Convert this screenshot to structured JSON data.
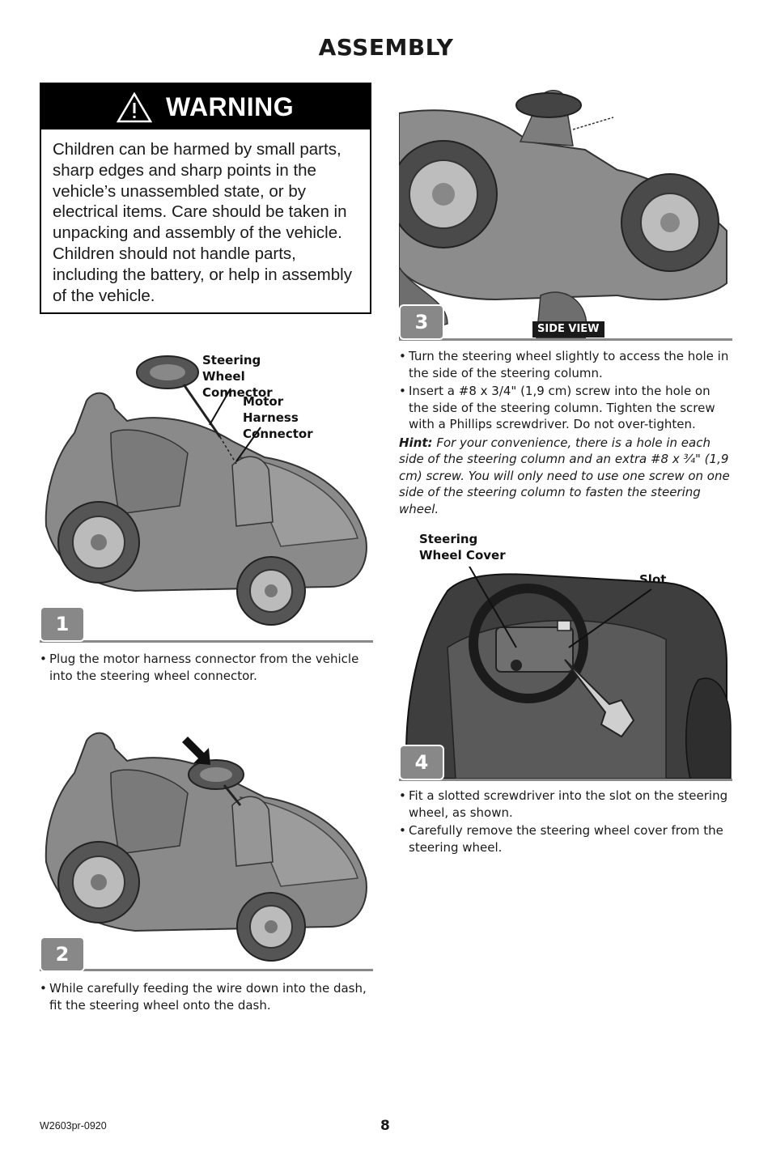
{
  "page": {
    "title": "ASSEMBLY",
    "footer_code": "W2603pr-0920",
    "page_number": "8"
  },
  "warning": {
    "heading": "WARNING",
    "body": "Children can be harmed by small parts, sharp edges and sharp points in the vehicle’s unassembled state, or by electrical items. Care should be taken in unpacking and assembly of the vehicle. Children should not handle parts, including the battery, or help in assembly of the vehicle."
  },
  "steps": [
    {
      "number": "1",
      "callouts": [
        "Steering Wheel Connector",
        "Motor Harness Connector"
      ],
      "bullets": [
        "Plug the motor harness connector from the vehicle into the steering wheel connector."
      ]
    },
    {
      "number": "2",
      "bullets": [
        "While carefully feeding the wire down into the dash, fit the steering wheel onto the dash."
      ]
    },
    {
      "number": "3",
      "view_label": "SIDE VIEW",
      "bullets": [
        "Turn the steering wheel slightly to access the hole in the side of the steering column.",
        "Insert a #8 x 3/4\" (1,9 cm) screw into the hole on the side of the steering column. Tighten the screw with a Phillips screwdriver. Do not over-tighten."
      ],
      "hint_label": "Hint:",
      "hint_text": " For your convenience, there is a hole in each side of the steering column and an extra #8 x ¾\" (1,9 cm) screw. You will only need to use one screw on one side of the steering column to fasten the steering wheel."
    },
    {
      "number": "4",
      "callouts": [
        "Steering Wheel Cover",
        "Slot"
      ],
      "bullets": [
        "Fit a slotted screwdriver into the slot on the steering wheel, as shown.",
        "Carefully remove the steering wheel cover from the steering wheel."
      ]
    }
  ],
  "colors": {
    "badge": "#888888",
    "rule": "#888888",
    "vehicle": "#8a8a8a"
  }
}
